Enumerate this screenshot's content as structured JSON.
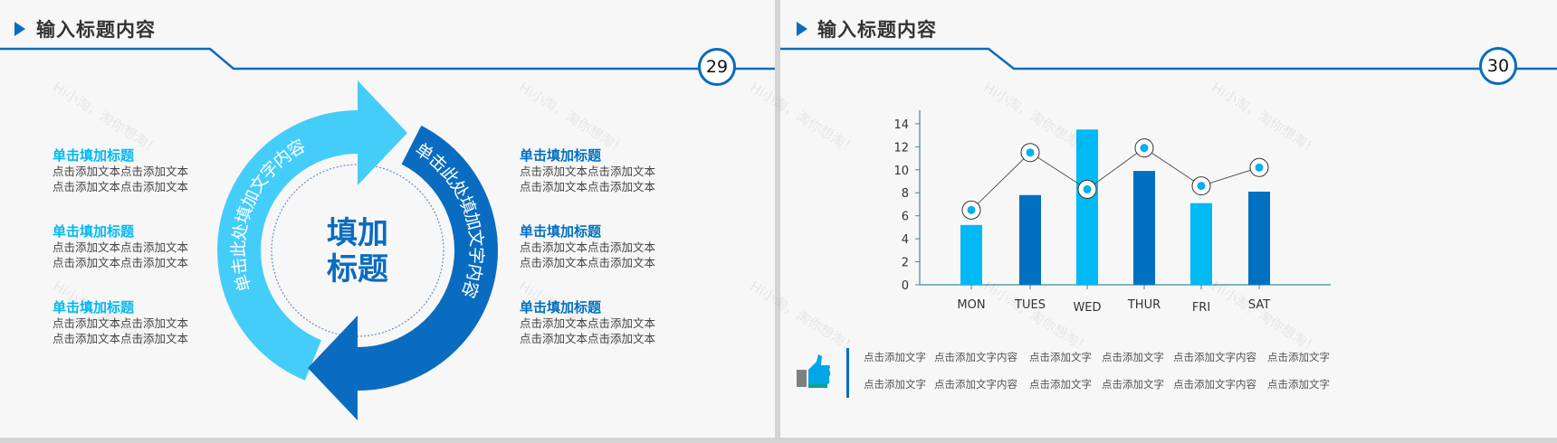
{
  "watermark": "Hi小淘，淘你想淘！",
  "colors": {
    "light_blue": "#00b9f5",
    "dark_blue": "#0070c0",
    "arc_light": "#45cdfa",
    "arc_dark": "#0a6cc0"
  },
  "slide1": {
    "title": "输入标题内容",
    "page_number": "29",
    "center_title": [
      "填加",
      "标题"
    ],
    "arc_light_text": "单击此处填加文字内容",
    "arc_dark_text": "单击此处填加文字内容",
    "left_blocks": [
      {
        "heading": "单击填加标题",
        "lines": [
          "点击添加文本点击添加文本",
          "点击添加文本点击添加文本"
        ]
      },
      {
        "heading": "单击填加标题",
        "lines": [
          "点击添加文本点击添加文本",
          "点击添加文本点击添加文本"
        ]
      },
      {
        "heading": "单击填加标题",
        "lines": [
          "点击添加文本点击添加文本",
          "点击添加文本点击添加文本"
        ]
      }
    ],
    "right_blocks": [
      {
        "heading": "单击填加标题",
        "lines": [
          "点击添加文本点击添加文本",
          "点击添加文本点击添加文本"
        ]
      },
      {
        "heading": "单击填加标题",
        "lines": [
          "点击添加文本点击添加文本",
          "点击添加文本点击添加文本"
        ]
      },
      {
        "heading": "单击填加标题",
        "lines": [
          "点击添加文本点击添加文本",
          "点击添加文本点击添加文本"
        ]
      }
    ]
  },
  "slide2": {
    "title": "输入标题内容",
    "page_number": "30",
    "footer_icon": "thumbs-up-icon",
    "footer_rows": [
      [
        "点击添加文字",
        "点击添加文字内容",
        "点击添加文字",
        "点击添加文字",
        "点击添加文字内容",
        "点击添加文字"
      ],
      [
        "点击添加文字",
        "点击添加文字内容",
        "点击添加文字",
        "点击添加文字",
        "点击添加文字内容",
        "点击添加文字"
      ]
    ]
  },
  "chart_data": {
    "type": "bar",
    "categories": [
      "MON",
      "TUES",
      "WED",
      "THUR",
      "FRI",
      "SAT"
    ],
    "series": [
      {
        "type": "bar",
        "values": [
          5.2,
          7.8,
          13.5,
          9.9,
          7.1,
          8.1
        ],
        "colors": [
          "#00b9f5",
          "#0070c0",
          "#00b9f5",
          "#0070c0",
          "#00b9f5",
          "#0070c0"
        ]
      },
      {
        "type": "line",
        "values": [
          6.5,
          11.5,
          8.3,
          11.9,
          8.6,
          10.2
        ],
        "color": "#555555",
        "marker_color": "#00b0f0"
      }
    ],
    "ylim": [
      0,
      15
    ],
    "yticks": [
      0,
      2,
      4,
      6,
      8,
      10,
      12,
      14
    ],
    "grid": false,
    "legend": "none"
  }
}
